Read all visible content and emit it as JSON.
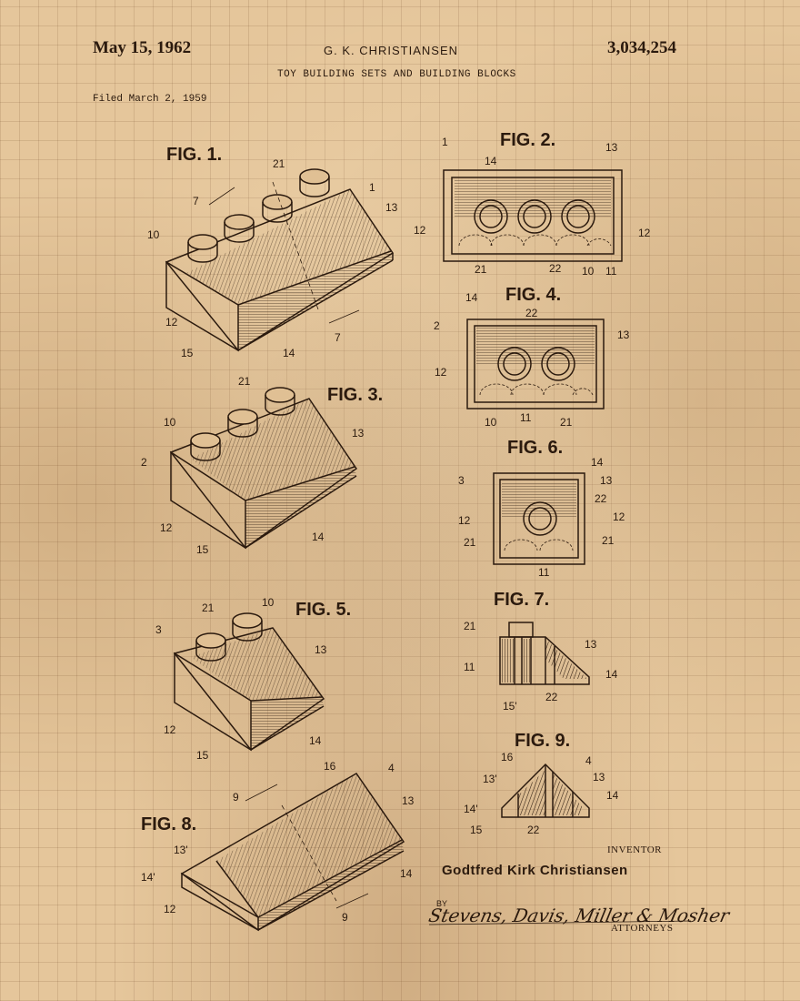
{
  "header": {
    "date": "May 15, 1962",
    "inventor_short": "G. K. CHRISTIANSEN",
    "patent_number": "3,034,254",
    "title": "TOY BUILDING SETS AND BUILDING BLOCKS",
    "filed": "Filed March 2, 1959"
  },
  "figures": {
    "fig1": "FIG. 1.",
    "fig2": "FIG. 2.",
    "fig3": "FIG. 3.",
    "fig4": "FIG. 4.",
    "fig5": "FIG. 5.",
    "fig6": "FIG. 6.",
    "fig7": "FIG. 7.",
    "fig8": "FIG. 8.",
    "fig9": "FIG. 9."
  },
  "ref": {
    "n1": "1",
    "n2": "2",
    "n3": "3",
    "n4": "4",
    "n7": "7",
    "n9": "9",
    "n10": "10",
    "n11": "11",
    "n12": "12",
    "n13": "13",
    "n14": "14",
    "n15": "15",
    "n16": "16",
    "n21": "21",
    "n22": "22",
    "n13p": "13'",
    "n14p": "14'",
    "n15p": "15'"
  },
  "footer": {
    "inventor_label": "INVENTOR",
    "inventor_name": "Godtfred Kirk Christiansen",
    "by": "BY",
    "signature": "Stevens, Davis, Miller & Mosher",
    "attorneys_label": "ATTORNEYS"
  },
  "colors": {
    "paper": "#e5c69b",
    "ink": "#2b1a0e"
  }
}
